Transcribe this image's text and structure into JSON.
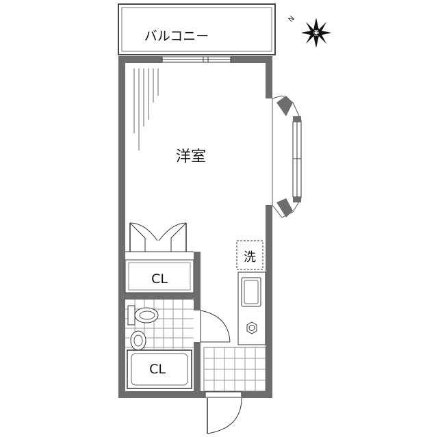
{
  "floorplan": {
    "rooms": {
      "balcony": "バルコニー",
      "western_room": "洋室",
      "closet_upper": "CL",
      "closet_lower": "CL"
    },
    "fixtures": {
      "washer": "洗"
    },
    "compass": {
      "north_label": "N"
    }
  }
}
